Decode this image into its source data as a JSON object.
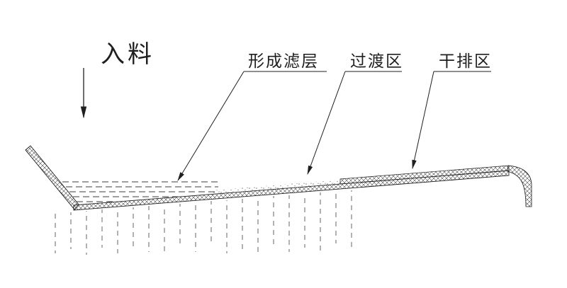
{
  "diagram": {
    "feed_label": "入料",
    "callouts": [
      {
        "id": "filter-layer",
        "text": "形成滤层"
      },
      {
        "id": "transition-zone",
        "text": "过渡区"
      },
      {
        "id": "dry-discharge-zone",
        "text": "干排区"
      }
    ],
    "colors": {
      "line": "#222222",
      "hatch": "#4a4a4a",
      "water_dashes": "#444444",
      "drain_dashes": "#666666",
      "background": "#ffffff"
    }
  }
}
